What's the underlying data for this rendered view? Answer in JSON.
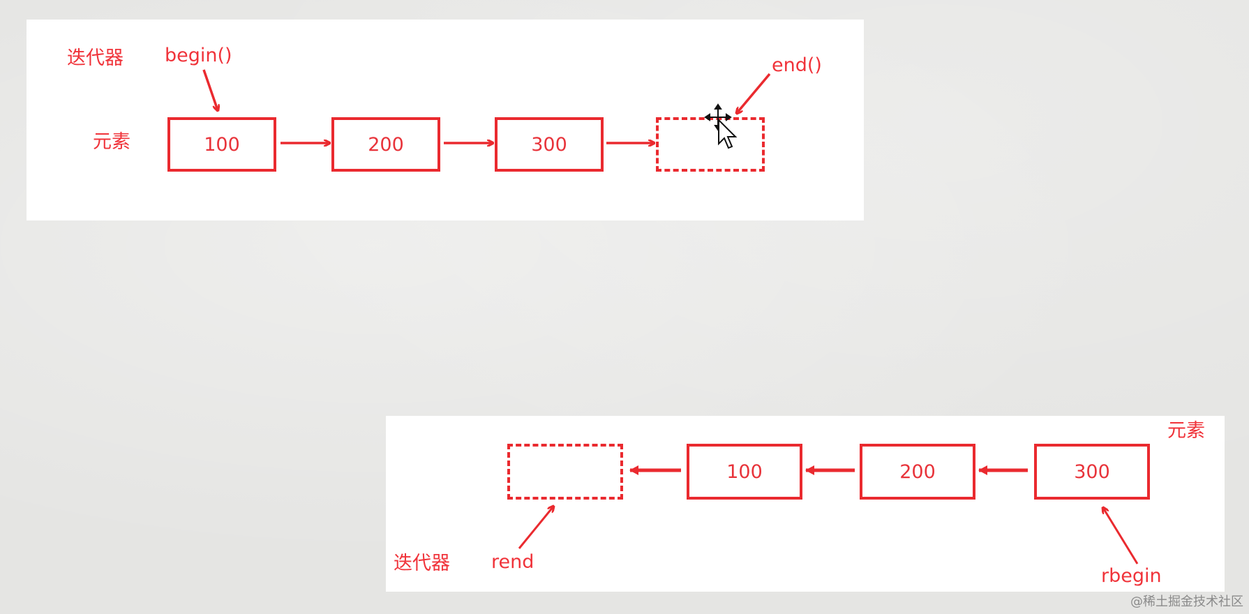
{
  "top_diagram": {
    "iterator_label": "迭代器",
    "element_label": "元素",
    "begin_label": "begin()",
    "end_label": "end()",
    "nodes": [
      "100",
      "200",
      "300"
    ]
  },
  "bottom_diagram": {
    "iterator_label": "迭代器",
    "element_label": "元素",
    "rbegin_label": "rbegin",
    "rend_label": "rend",
    "nodes": [
      "100",
      "200",
      "300"
    ]
  },
  "watermark": "@稀土掘金技术社区",
  "colors": {
    "accent": "#ea2a2f",
    "background": "#e5e5e3",
    "panel": "#ffffff"
  }
}
